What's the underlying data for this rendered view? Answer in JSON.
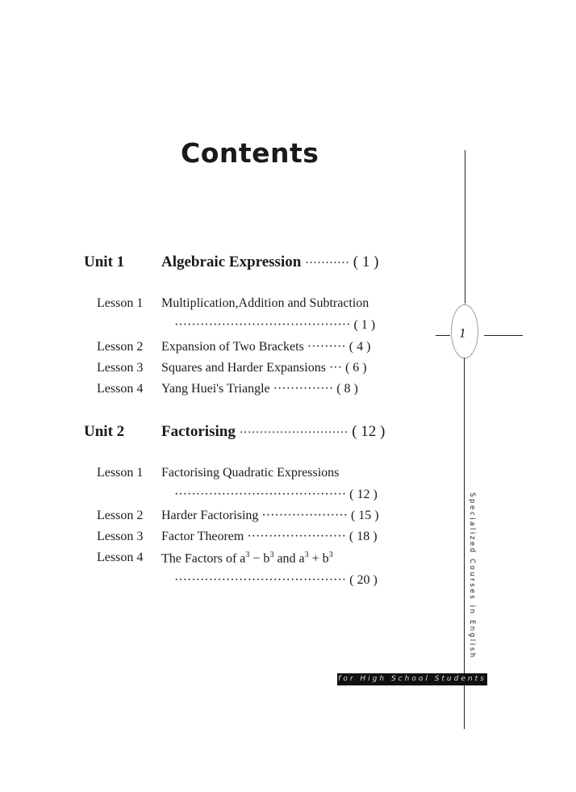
{
  "title": "Contents",
  "units": [
    {
      "label": "Unit 1",
      "title": "Algebraic Expression",
      "dots": "···········",
      "page": "( 1 )",
      "lessons": [
        {
          "label": "Lesson 1",
          "title": "Multiplication,Addition and Subtraction",
          "dots": "·········································",
          "page": "( 1 )"
        },
        {
          "label": "Lesson 2",
          "title": "Expansion of Two Brackets",
          "dots": "·········",
          "page": "( 4 )"
        },
        {
          "label": "Lesson 3",
          "title": "Squares and Harder Expansions",
          "dots": "···",
          "page": "( 6 )"
        },
        {
          "label": "Lesson 4",
          "title": "Yang Huei's Triangle",
          "dots": "··············",
          "page": "( 8 )"
        }
      ]
    },
    {
      "label": "Unit 2",
      "title": "Factorising",
      "dots": "···························",
      "page": "( 12 )",
      "lessons": [
        {
          "label": "Lesson 1",
          "title": "Factorising Quadratic Expressions",
          "dots": "········································",
          "page": "( 12 )"
        },
        {
          "label": "Lesson 2",
          "title": "Harder Factorising",
          "dots": "····················",
          "page": "( 15 )"
        },
        {
          "label": "Lesson 3",
          "title": "Factor Theorem",
          "dots": "·······················",
          "page": "( 18 )"
        },
        {
          "label": "Lesson 4",
          "title_a": "The Factors of a",
          "sup1": "3",
          "mid1": " − b",
          "sup2": "3",
          "mid2": " and a",
          "sup3": "3",
          "mid3": " + b",
          "sup4": "3",
          "dots": "········································",
          "page": "( 20 )"
        }
      ]
    }
  ],
  "page_number": "1",
  "side_text": "Specialized Courses in English",
  "band_text": "for High School Students"
}
